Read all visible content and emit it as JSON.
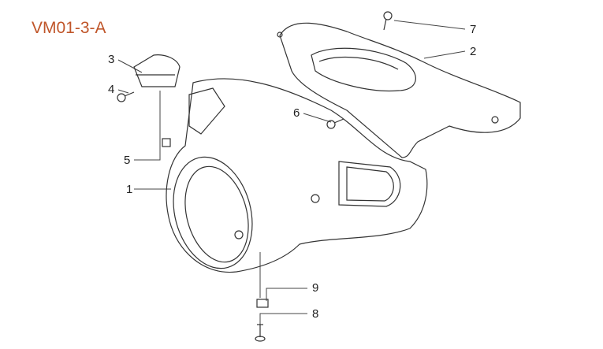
{
  "title": "VM01-3-A",
  "accent_color": "#c0562a",
  "callouts": [
    "1",
    "2",
    "3",
    "4",
    "5",
    "6",
    "7",
    "8",
    "9"
  ]
}
